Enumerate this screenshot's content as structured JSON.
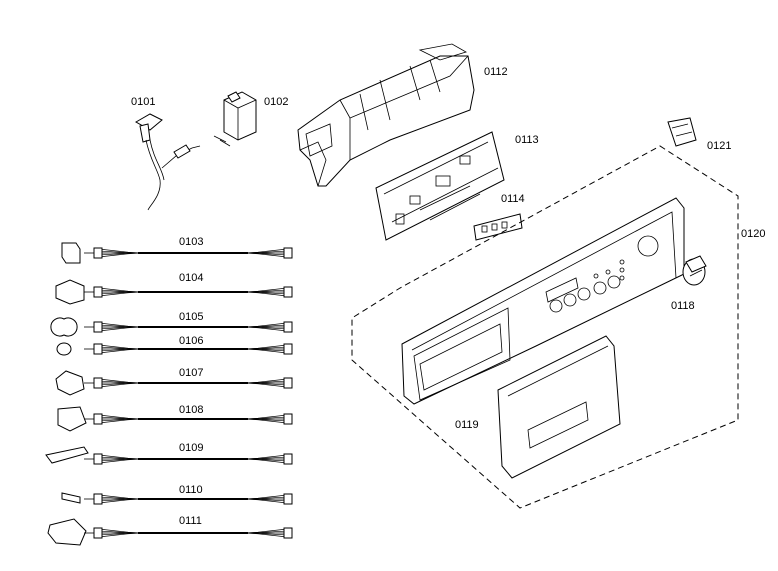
{
  "labels": {
    "p0101": "0101",
    "p0102": "0102",
    "p0103": "0103",
    "p0104": "0104",
    "p0105": "0105",
    "p0106": "0106",
    "p0107": "0107",
    "p0108": "0108",
    "p0109": "0109",
    "p0110": "0110",
    "p0111": "0111",
    "p0112": "0112",
    "p0113": "0113",
    "p0114": "0114",
    "p0118": "0118",
    "p0119": "0119",
    "p0120": "0120",
    "p0121": "0121"
  }
}
